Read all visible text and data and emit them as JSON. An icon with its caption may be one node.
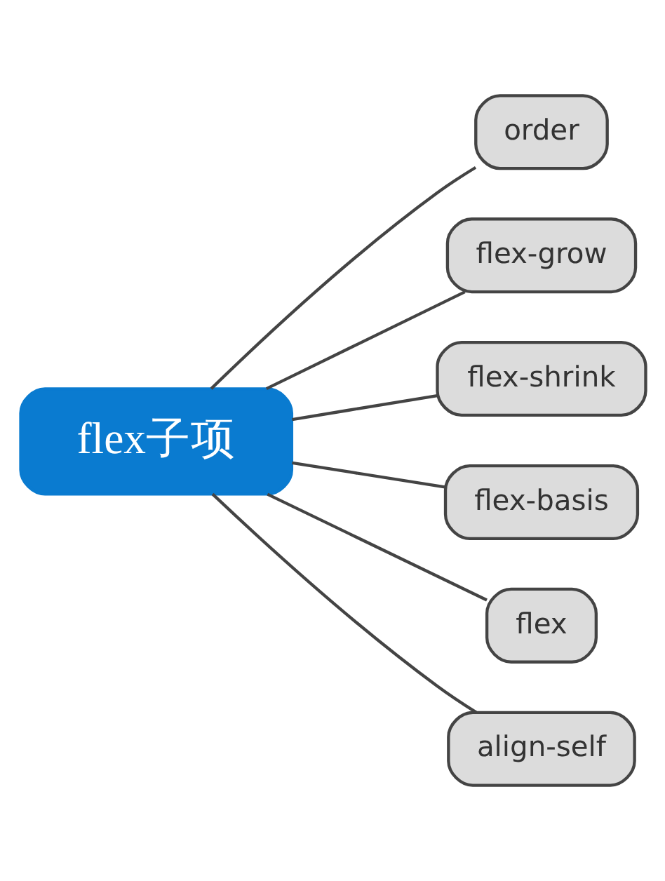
{
  "diagram": {
    "nodes": [
      {
        "text": [
          "flex子项"
        ]
      },
      {
        "text": [
          "order"
        ]
      },
      {
        "text": [
          "flex-grow"
        ]
      },
      {
        "text": [
          "flex-shrink"
        ]
      },
      {
        "text": [
          "flex-basis"
        ]
      },
      {
        "text": [
          "flex"
        ]
      },
      {
        "text": [
          "align-self"
        ]
      }
    ],
    "edges": [
      {
        "from": 0,
        "to": 1,
        "arrow": "none"
      },
      {
        "from": 0,
        "to": 2,
        "arrow": "none"
      },
      {
        "from": 0,
        "to": 3,
        "arrow": "none"
      },
      {
        "from": 0,
        "to": 4,
        "arrow": "none"
      },
      {
        "from": 0,
        "to": 5,
        "arrow": "none"
      },
      {
        "from": 0,
        "to": 6,
        "arrow": "none"
      }
    ]
  }
}
